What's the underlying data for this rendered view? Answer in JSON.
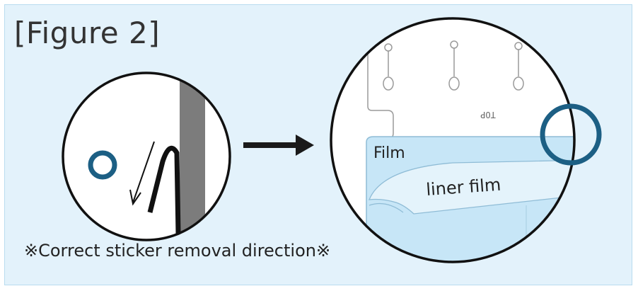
{
  "figure_title": "[Figure 2]",
  "caption": "※Correct sticker removal direction※",
  "labels": {
    "film": "Film",
    "liner_film": "liner film",
    "part_marking": "TOP"
  },
  "colors": {
    "panel_bg": "#e3f2fb",
    "panel_border": "#b9dcef",
    "indicator": "#1c5f84",
    "film_fill": "#c7e6f7",
    "dark_strip": "#7c7c7c",
    "arrow": "#1a1a1a"
  },
  "icons": [
    "correct-circle-icon",
    "removal-direction-arrow-icon",
    "transition-arrow-icon",
    "highlight-circle-icon"
  ]
}
